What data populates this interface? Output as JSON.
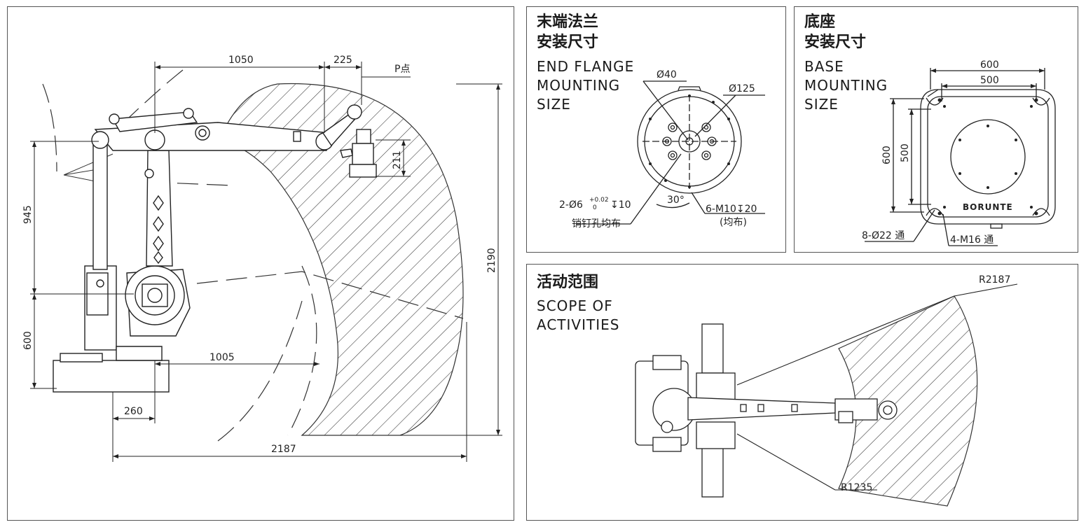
{
  "side_view": {
    "dims": {
      "reach_upper": "1050",
      "wrist_offset": "225",
      "p_point": "P点",
      "height_upper": "945",
      "height_lower": "600",
      "total_height": "2190",
      "wrist_drop": "211",
      "inner_radius": "1005",
      "base_offset": "260",
      "total_reach": "2187"
    }
  },
  "flange": {
    "title_cn_1": "末端法兰",
    "title_cn_2": "安装尺寸",
    "title_en_1": "END FLANGE",
    "title_en_2": "MOUNTING",
    "title_en_3": "SIZE",
    "dia_inner": "Ø40",
    "dia_outer": "Ø125",
    "pin_hole": "2-Ø6",
    "tol_upper": "+0.02",
    "tol_lower": "0",
    "pin_depth": "↧10",
    "pin_note": "销钉孔均布",
    "angle": "30°",
    "thread": "6-M10↧20",
    "thread_note": "(均布)"
  },
  "base": {
    "title_cn_1": "底座",
    "title_cn_2": "安装尺寸",
    "title_en_1": "BASE",
    "title_en_2": "MOUNTING",
    "title_en_3": "SIZE",
    "width_outer": "600",
    "width_inner": "500",
    "depth_outer": "600",
    "depth_inner": "500",
    "holes": "8-Ø22 通",
    "threads": "4-M16 通",
    "brand": "BORUNTE"
  },
  "scope": {
    "title_cn": "活动范围",
    "title_en_1": "SCOPE OF",
    "title_en_2": "ACTIVITIES",
    "r_outer": "R2187",
    "r_inner": "R1235"
  }
}
